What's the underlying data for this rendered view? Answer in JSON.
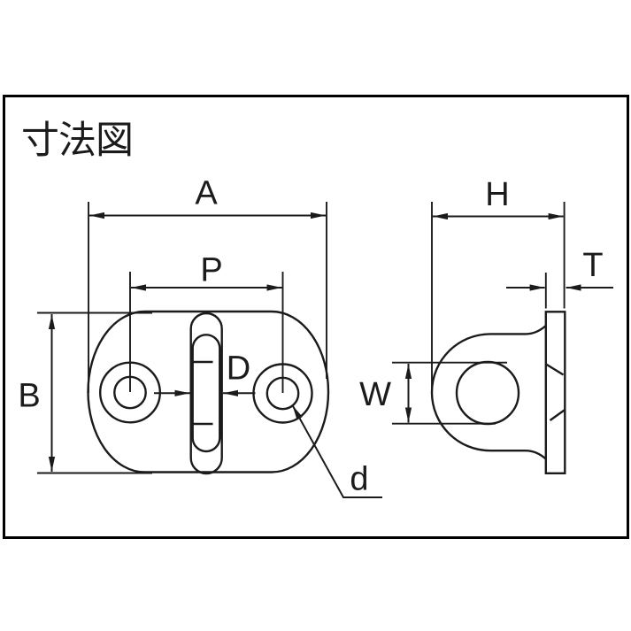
{
  "drawing_title": "寸法図",
  "labels": {
    "overall_width": "A",
    "hole_pitch": "P",
    "overall_height": "B",
    "ring_width": "D",
    "hole_diameter": "d",
    "overall_depth": "H",
    "plate_thickness": "T",
    "eye_opening": "W"
  },
  "colors": {
    "background": "#ffffff",
    "line": "#1b1b1b",
    "border": "#000000"
  }
}
